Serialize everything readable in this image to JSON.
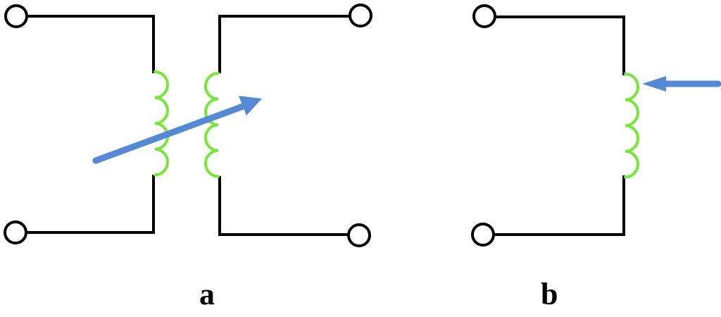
{
  "diagram": {
    "type": "inductor circuit symbols",
    "colors": {
      "wire": "#000000",
      "coil": "#77e63a",
      "arrow": "#5589d6",
      "background": "#ffffff"
    },
    "panels": [
      {
        "id": "a",
        "label": "a",
        "description": "Variable mutual inductance (coupled coils with adjustable arrow)",
        "components": [
          "primary-coil",
          "secondary-coil",
          "variable-arrow",
          "4 terminals"
        ],
        "coil_turns": 4
      },
      {
        "id": "b",
        "label": "b",
        "description": "Tapped inductor with sliding contact arrow",
        "components": [
          "coil",
          "tap-arrow",
          "2 terminals"
        ],
        "coil_turns": 4
      }
    ]
  }
}
